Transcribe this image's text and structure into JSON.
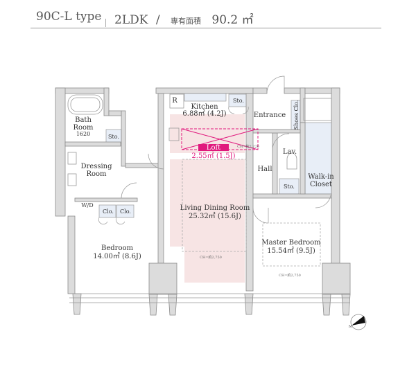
{
  "header": {
    "type_name": "90C-L type",
    "layout": "2LDK",
    "separator": "/",
    "area_label": "専有面積",
    "area_value": "90.2 ㎡"
  },
  "rooms": {
    "bath": {
      "name1": "Bath",
      "name2": "Room",
      "size": "1620"
    },
    "sto_bath": "Sto.",
    "dressing": {
      "name1": "Dressing",
      "name2": "Room"
    },
    "wd": "W/D",
    "clo1": "Clo.",
    "clo2": "Clo.",
    "bedroom": {
      "name": "Bedroom",
      "area": "14.00㎡ (8.6J)"
    },
    "refrigerator": "R",
    "kitchen": {
      "name": "Kitchen",
      "area": "6.88㎡ (4.2J)"
    },
    "sto_kitchen": "Sto.",
    "loft": {
      "name": "Loft",
      "area": "2.55㎡ (1.5J)",
      "ceiling": "CH=約2,220"
    },
    "ldr": {
      "name": "Living Dining Room",
      "area": "25.32㎡ (15.6J)",
      "ceiling": "CH=約2,750"
    },
    "entrance": "Entrance",
    "shoes": "Shoes Clo.",
    "lav": "Lav.",
    "hall": "Hall",
    "sto_hall": "Sto.",
    "wic": {
      "name1": "Walk-in",
      "name2": "Closet"
    },
    "master": {
      "name": "Master Bedroom",
      "area": "15.54㎡ (9.5J)",
      "ceiling": "CH=約2,750"
    }
  },
  "compass": {
    "label": "N"
  },
  "colors": {
    "loft": "#e0197d",
    "ldk_tint": "#f7e4e4",
    "storage_tint": "#e8eef7"
  }
}
